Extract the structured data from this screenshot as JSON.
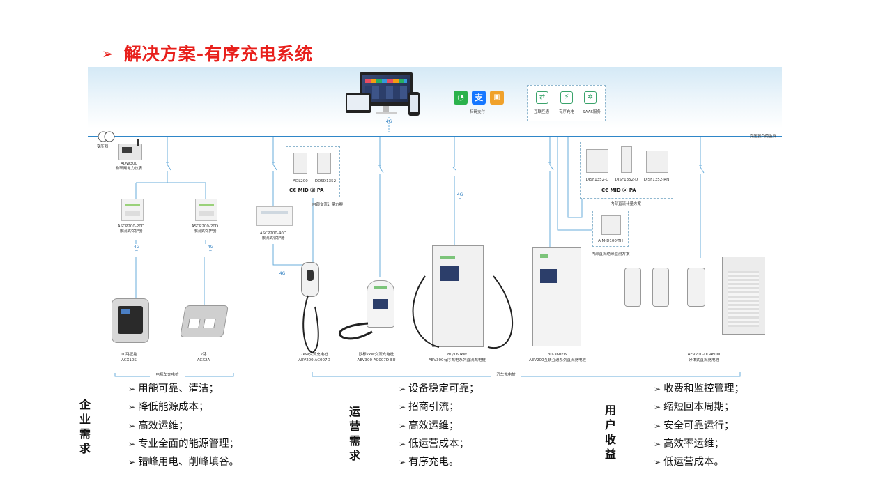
{
  "title": {
    "arrow": "➢",
    "text": "解决方案-有序充电系统"
  },
  "cloud": {
    "network_4g": "4G",
    "payment_label": "扫码支付",
    "services": [
      "互联互通",
      "有序充电",
      "SAAS服务"
    ]
  },
  "grid": {
    "transformer_label": "变压器",
    "transformer_monitor": "变压器负荷监测",
    "meter_model": "ADW300",
    "meter_desc": "物联网电力仪表"
  },
  "ac_meter_box": {
    "models": [
      "ADL200",
      "DDSD1352"
    ],
    "certs": "C€ MID ⓖ PA",
    "caption": "内部交流计量方案"
  },
  "dc_meter_box": {
    "models": [
      "DJSF1352-D",
      "DJSF1352-D",
      "DJSF1352-RN"
    ],
    "certs": "C€ MID ⓤ PA",
    "caption": "内部直流计量方案"
  },
  "insulation_box": {
    "model": "AIM-D100-TH",
    "caption": "内部直流绝缘监测方案"
  },
  "protectors": [
    {
      "model": "ASCP200-20D",
      "desc": "限流式保护器"
    },
    {
      "model": "ASCP200-20D",
      "desc": "限流式保护器"
    },
    {
      "model": "ASCP200-40D",
      "desc": "限流式保护器"
    }
  ],
  "signal_4g": "4G",
  "devices": [
    {
      "line1": "10路壁挂",
      "line2": "ACX10S"
    },
    {
      "line1": "2路",
      "line2": "ACX2A"
    },
    {
      "line1": "7kW交流充电桩",
      "line2": "AEV200-AC007D"
    },
    {
      "line1": "欧标7kW交流充电桩",
      "line2": "AEV300-AC007D-EU"
    },
    {
      "line1": "80/160kW",
      "line2": "AEV300有序充电系列直流充电桩"
    },
    {
      "line1": "30-360kW",
      "line2": "AEV200互联互通系列直流充电桩"
    },
    {
      "line1": "AEV200-DC480M",
      "line2": "分体式直流充电桩"
    }
  ],
  "groups": {
    "ebike": "电瓶车充电桩",
    "car": "汽车充电桩"
  },
  "requirements": [
    {
      "heading": "企业需求",
      "items": [
        "用能可靠、清洁；",
        "降低能源成本；",
        "高效运维；",
        "专业全面的能源管理；",
        "错峰用电、削峰填谷。"
      ]
    },
    {
      "heading": "运营需求",
      "items": [
        "设备稳定可靠；",
        "招商引流；",
        "高效运维；",
        "低运营成本；",
        "有序充电。"
      ]
    },
    {
      "heading": "用户收益",
      "items": [
        "收费和监控管理；",
        "缩短回本周期；",
        "安全可靠运行；",
        "高效率运维；",
        "低运营成本。"
      ]
    }
  ],
  "bullet": "➢",
  "colors": {
    "title": "#e8201c",
    "bus": "#2f86c8",
    "link": "#6aaedb",
    "wechat": "#2bb24c",
    "alipay": "#1677ff",
    "unionpay": "#f0a12a"
  }
}
